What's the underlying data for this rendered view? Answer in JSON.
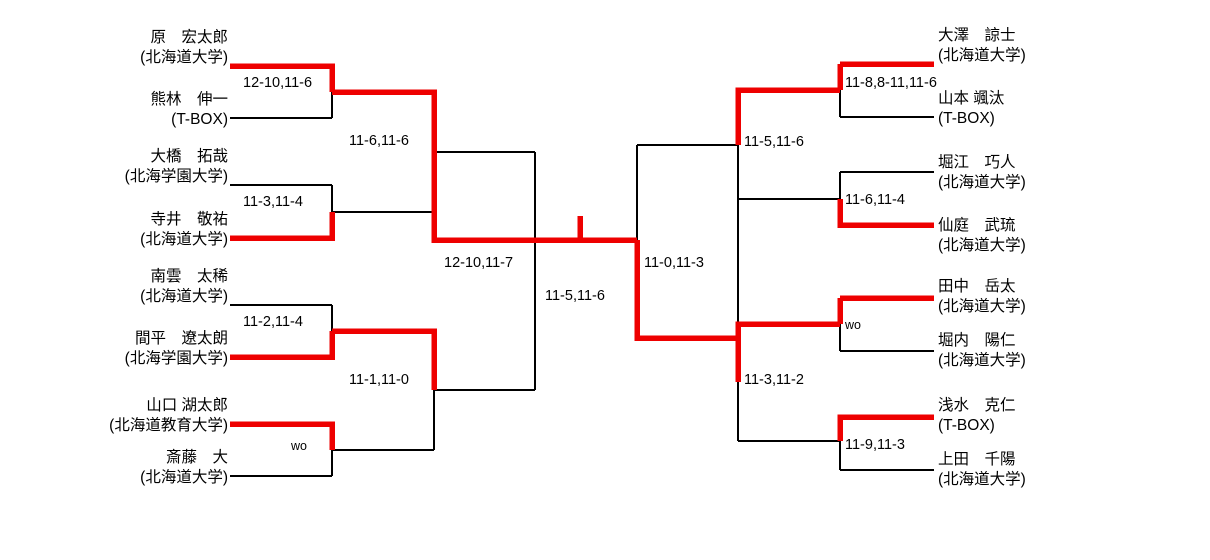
{
  "meta": {
    "title": "Tournament Bracket",
    "line_color": "#000000",
    "winner_color": "#ee0000",
    "background": "#ffffff"
  },
  "players": {
    "left": [
      {
        "name": "原　宏太郎",
        "club": "(北海道大学)"
      },
      {
        "name": "熊林　伸一",
        "club": "(T-BOX)"
      },
      {
        "name": "大橋　拓哉",
        "club": "(北海学園大学)"
      },
      {
        "name": "寺井　敬祐",
        "club": "(北海道大学)"
      },
      {
        "name": "南雲　太稀",
        "club": "(北海道大学)"
      },
      {
        "name": "間平　遼太朗",
        "club": "(北海学園大学)"
      },
      {
        "name": "山口 湖太郎",
        "club": "(北海道教育大学)"
      },
      {
        "name": "斎藤　大",
        "club": "(北海道大学)"
      }
    ],
    "right": [
      {
        "name": "大澤　諒士",
        "club": "(北海道大学)"
      },
      {
        "name": "山本 颯汰",
        "club": "(T-BOX)"
      },
      {
        "name": "堀江　巧人",
        "club": "(北海道大学)"
      },
      {
        "name": "仙庭　武琉",
        "club": "(北海道大学)"
      },
      {
        "name": "田中　岳太",
        "club": "(北海道大学)"
      },
      {
        "name": "堀内　陽仁",
        "club": "(北海道大学)"
      },
      {
        "name": "浅水　克仁",
        "club": "(T-BOX)"
      },
      {
        "name": "上田　千陽",
        "club": "(北海道大学)"
      }
    ]
  },
  "scores": {
    "left_r1": [
      "12-10,11-6",
      "11-3,11-4",
      "11-2,11-4",
      "wo"
    ],
    "left_r2": [
      "11-6,11-6",
      "11-1,11-0"
    ],
    "left_r3": [
      "12-10,11-7"
    ],
    "final": "11-5,11-6",
    "right_r3": [
      "11-0,11-3"
    ],
    "right_r2": [
      "11-5,11-6",
      "11-3,11-2"
    ],
    "right_r1": [
      "11-8,8-11,11-6",
      "11-6,11-4",
      "wo",
      "11-9,11-3"
    ]
  }
}
